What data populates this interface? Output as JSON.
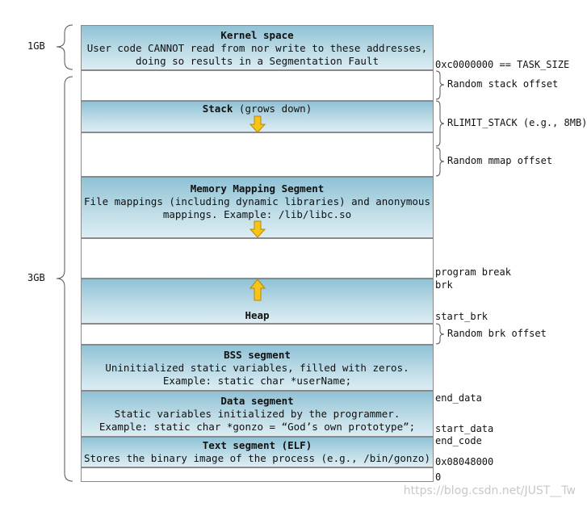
{
  "segments": {
    "kernel": {
      "title": "Kernel space",
      "line1": "User code CANNOT read from nor write to these addresses,",
      "line2": "doing so results in a Segmentation Fault"
    },
    "stack": {
      "title": "Stack",
      "note": "(grows down)"
    },
    "mmap": {
      "title": "Memory Mapping Segment",
      "line1": "File mappings (including dynamic libraries) and anonymous",
      "line2": "mappings. Example: /lib/libc.so"
    },
    "heap": {
      "title": "Heap"
    },
    "bss": {
      "title": "BSS segment",
      "line1": "Uninitialized static variables, filled with zeros.",
      "line2": "Example: static char *userName;"
    },
    "data": {
      "title": "Data segment",
      "line1": "Static variables initialized by the programmer.",
      "line2": "Example: static char *gonzo = “God’s own prototype”;"
    },
    "text": {
      "title": "Text segment (ELF)",
      "line1": "Stores the binary image of the process (e.g., /bin/gonzo)"
    }
  },
  "left_labels": {
    "kernel_size": "1GB",
    "user_size": "3GB"
  },
  "right_labels": {
    "task_size": "0xc0000000 == TASK_SIZE",
    "random_stack": "Random stack offset",
    "rlimit_stack": "RLIMIT_STACK (e.g., 8MB)",
    "random_mmap": "Random mmap offset",
    "program_break": "program break",
    "brk": "brk",
    "start_brk": "start_brk",
    "random_brk": "Random brk offset",
    "end_data": "end_data",
    "start_data": "start_data",
    "end_code": "end_code",
    "text_start": "0x08048000",
    "zero": "0"
  },
  "watermark": "https://blog.csdn.net/JUST__Tw",
  "colors": {
    "segment_fill": "#bddbe6",
    "arrow_fill": "#f5c518",
    "border": "#8a8a8a"
  }
}
